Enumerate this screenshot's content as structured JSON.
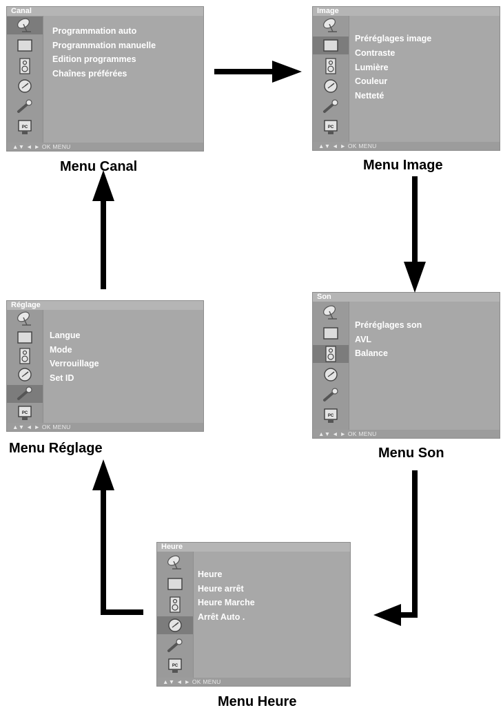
{
  "footer_text": "▲▼  ◄ ►  OK  MENU",
  "menus": {
    "canal": {
      "title": "Canal",
      "caption": "Menu Canal",
      "items": [
        "Programmation auto",
        "Programmation manuelle",
        "Edition programmes",
        "Chaînes préférées"
      ]
    },
    "image": {
      "title": "Image",
      "caption": "Menu Image",
      "items": [
        "Préréglages image",
        "Contraste",
        "Lumière",
        "Couleur",
        "Netteté"
      ]
    },
    "son": {
      "title": "Son",
      "caption": "Menu Son",
      "items": [
        "Préréglages son",
        "AVL",
        "Balance"
      ]
    },
    "heure": {
      "title": "Heure",
      "caption": "Menu Heure",
      "items": [
        "Heure",
        "Heure arrêt",
        "Heure Marche",
        "Arrêt Auto ."
      ]
    },
    "reglage": {
      "title": "Réglage",
      "caption": "Menu Réglage",
      "items": [
        "Langue",
        "Mode",
        "Verrouillage",
        "Set ID"
      ]
    }
  },
  "sidebar_icons": [
    "satellite-dish-icon",
    "picture-icon",
    "speaker-icon",
    "clock-icon",
    "wrench-icon",
    "pc-monitor-icon"
  ],
  "colors": {
    "panel": "#a6a6a6",
    "sidebar": "#9a9a9a",
    "active_icon_bg": "#7c7c7c",
    "text": "#ffffff",
    "arrow": "#000000"
  }
}
